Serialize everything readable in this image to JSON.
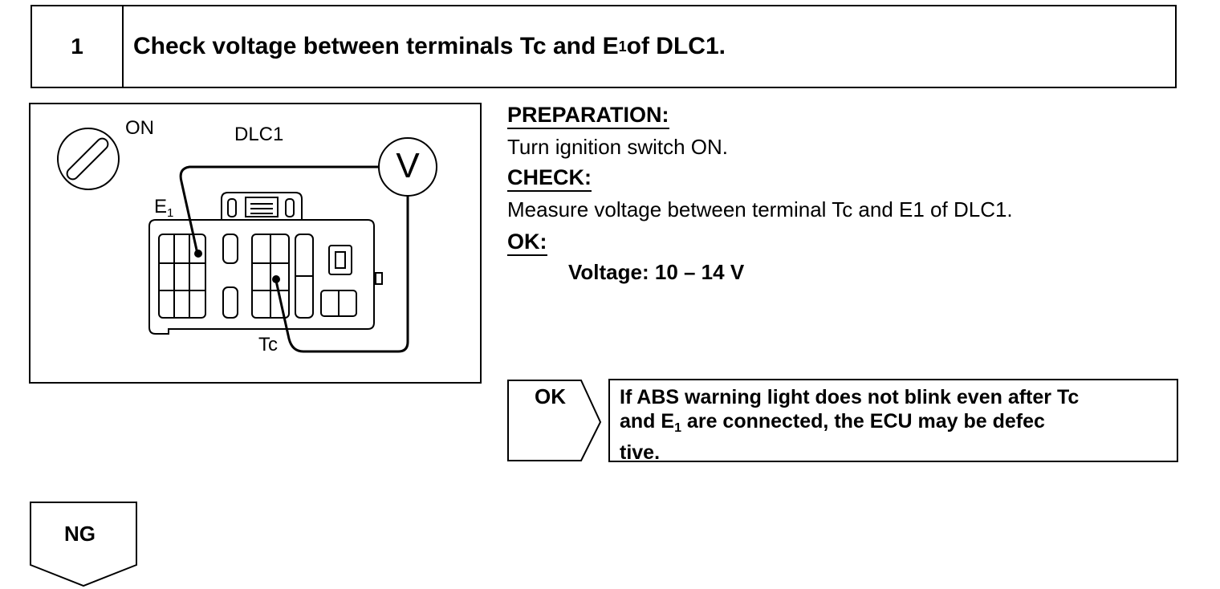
{
  "step": {
    "number": "1",
    "title_main": "Check voltage between terminals Tc and E",
    "title_sub": "1",
    "title_end": " of DLC1."
  },
  "diagram": {
    "on_label": "ON",
    "dlc_label": "DLC1",
    "e1_label": "E",
    "e1_sub": "1",
    "tc_label": "Tc",
    "meter_label": "V"
  },
  "procedure": {
    "preparation_heading": "PREPARATION:",
    "preparation_text": "Turn ignition switch ON.",
    "check_heading": "CHECK:",
    "check_text": "Measure voltage between terminal Tc and E1 of DLC1.",
    "ok_heading": "OK:",
    "ok_spec": "Voltage: 10 – 14 V"
  },
  "ok_branch": {
    "label": "OK",
    "line1": "If ABS warning light does not blink even after Tc",
    "line2_a": "and E",
    "line2_sub": "1",
    "line2_b": " are connected, the ECU may be defec",
    "line3": "tive."
  },
  "ng_branch": {
    "label": "NG"
  }
}
